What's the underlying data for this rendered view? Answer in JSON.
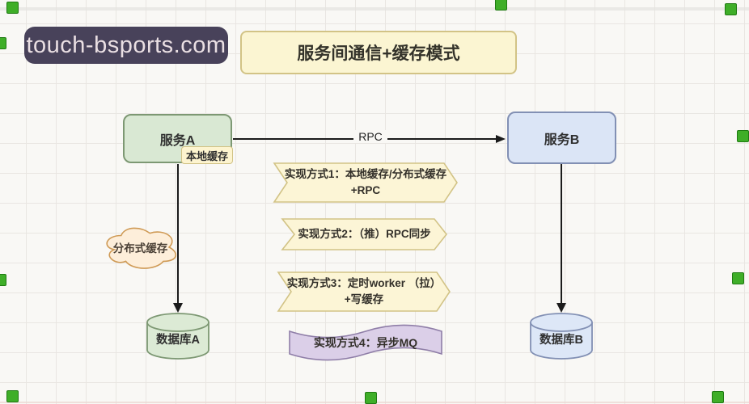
{
  "watermark": {
    "text": "touch-bsports.com"
  },
  "title": {
    "text": "服务间通信+缓存模式"
  },
  "nodes": {
    "service_a": {
      "label": "服务A"
    },
    "local_cache": {
      "label": "本地缓存"
    },
    "service_b": {
      "label": "服务B"
    },
    "distributed_cache": {
      "label": "分布式缓存"
    },
    "database_a": {
      "label": "数据库A"
    },
    "database_b": {
      "label": "数据库B"
    }
  },
  "edges": {
    "rpc": {
      "label": "RPC"
    }
  },
  "banners": [
    {
      "line1": "实现方式1：本地缓存/分布式缓存",
      "line2": "+RPC",
      "shape": "step"
    },
    {
      "line1": "实现方式2：（推）RPC同步",
      "line2": "",
      "shape": "step"
    },
    {
      "line1": "实现方式3：定时worker （拉）",
      "line2": "+写缓存",
      "shape": "step"
    },
    {
      "line1": "实现方式4：异步MQ",
      "line2": "",
      "shape": "tape"
    }
  ],
  "colors": {
    "background": "#f9f8f5",
    "grid_line": "#e9e6e2",
    "watermark_bg": "#48425a",
    "watermark_text": "#eadfe3",
    "yellow_fill": "#fcf5d6",
    "yellow_border": "#d2c386",
    "green_fill": "#d9e8d3",
    "green_border": "#7d9873",
    "blue_fill": "#dbe5f6",
    "blue_border": "#8290b4",
    "cloud_fill": "#fdeeda",
    "cloud_border": "#cf9a55",
    "purple_fill": "#dbcfe8",
    "purple_border": "#8f7ea8",
    "marker_green": "#3fae28",
    "connector": "#1b1b1b"
  }
}
